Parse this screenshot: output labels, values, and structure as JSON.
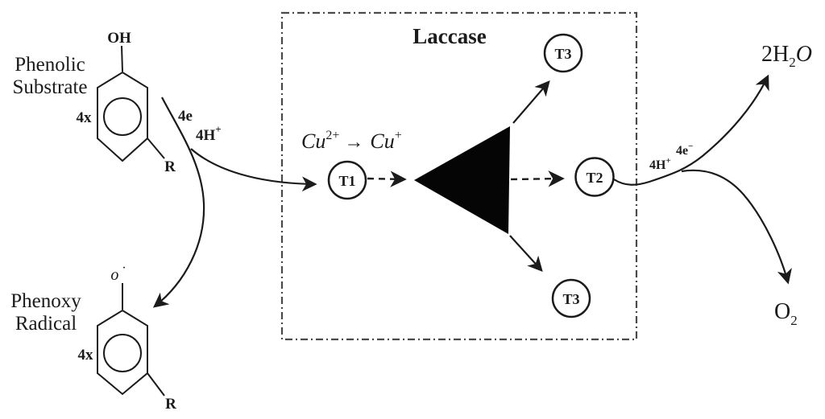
{
  "colors": {
    "ink": "#1b1b1b",
    "box_border": "#4a4a4a",
    "background": "#ffffff"
  },
  "phenolic_substrate": {
    "label_line1": "Phenolic",
    "label_line2": "Substrate",
    "hydroxyl_group": "OH",
    "multiplier": "4x",
    "substituent": "R"
  },
  "electron_transfer_left": {
    "electrons": "4e",
    "protons_base": "4H",
    "protons_sup": "+"
  },
  "laccase_box": {
    "title": "Laccase",
    "copper_redox": {
      "cu_oxidized": "Cu",
      "oxidized_charge": "2+",
      "reaction_arrow": "→",
      "cu_reduced": "Cu",
      "reduced_charge": "+"
    },
    "copper_sites": {
      "t1": "T1",
      "t2": "T2",
      "t3_top": "T3",
      "t3_bottom": "T3"
    }
  },
  "electron_transfer_right": {
    "protons_base": "4H",
    "protons_sup": "+",
    "electrons_base": "4e",
    "electrons_sup": "−"
  },
  "products": {
    "water_prefix": "2H",
    "water_subscript": "2",
    "water_oxygen": "O",
    "oxygen_base": "O",
    "oxygen_subscript": "2"
  },
  "phenoxy_radical": {
    "label_line1": "Phenoxy",
    "label_line2": "Radical",
    "oxygen_radical": "o",
    "radical_dot": "·",
    "multiplier": "4x",
    "substituent": "R"
  }
}
